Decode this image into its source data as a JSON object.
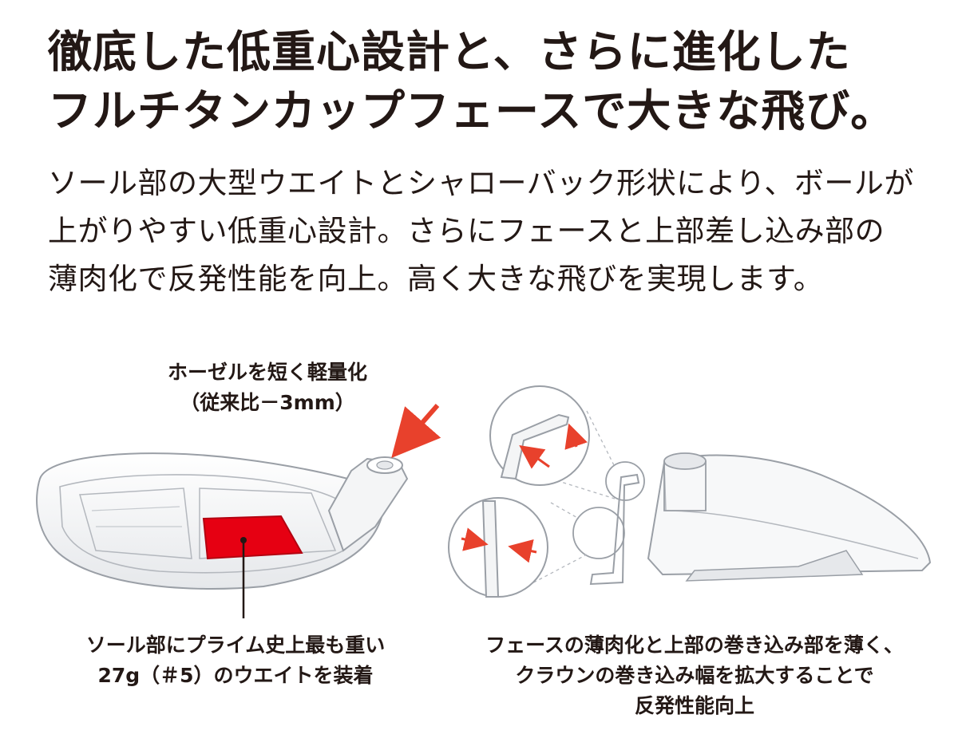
{
  "headline": {
    "line1": "徹底した低重心設計と、さらに進化した",
    "line2": "フルチタンカップフェースで大きな飛び。"
  },
  "body": {
    "line1": "ソール部の大型ウエイトとシャローバック形状により、ボールが",
    "line2": "上がりやすい低重心設計。さらにフェースと上部差し込み部の",
    "line3": "薄肉化で反発性能を向上。高く大きな飛びを実現します。"
  },
  "captions": {
    "hosel": {
      "line1": "ホーゼルを短く軽量化",
      "line2": "（従来比－3mm）"
    },
    "weight": {
      "line1": "ソール部にプライム史上最も重い",
      "line2": "27g（＃5）のウエイトを装着"
    },
    "face": {
      "line1": "フェースの薄肉化と上部の巻き込み部を薄く、",
      "line2": "クラウンの巻き込み幅を拡大することで",
      "line3": "反発性能向上"
    }
  },
  "colors": {
    "text": "#231815",
    "accent_red": "#e60012",
    "line_gray": "#9a9fa6",
    "arrow_red": "#e8412c"
  },
  "icons": [
    "hosel-arrow-icon",
    "weight-highlight",
    "face-thickness-arrow-icon"
  ]
}
